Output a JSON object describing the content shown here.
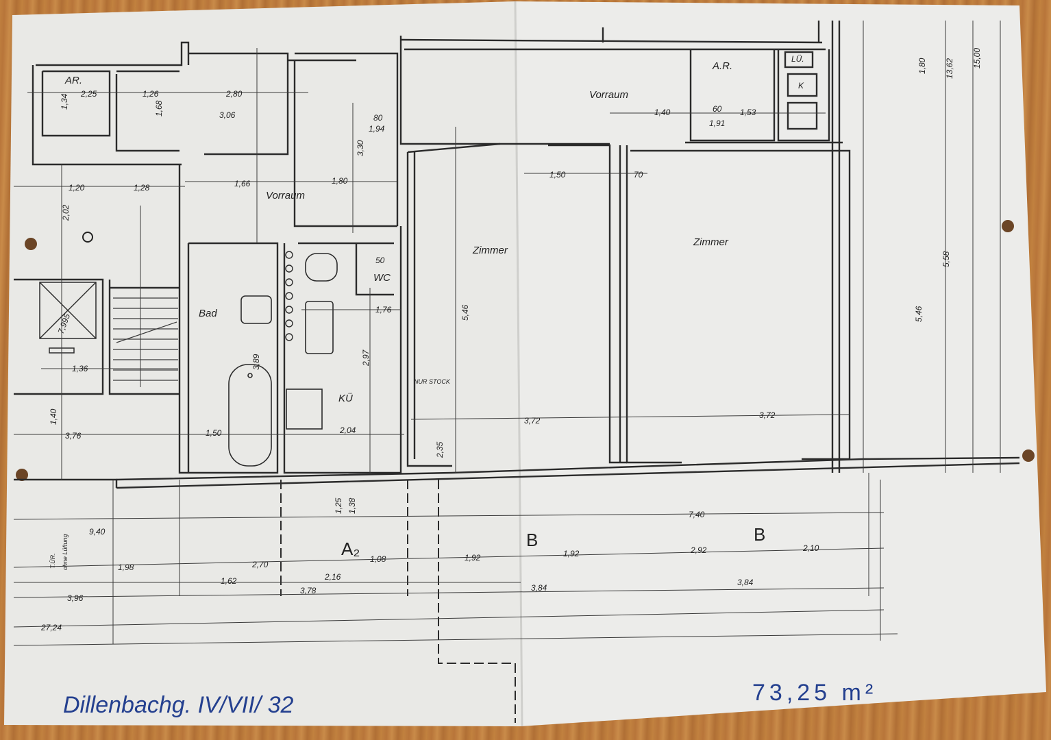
{
  "plan": {
    "rooms": {
      "ar_left": "AR.",
      "ar_right": "A.R.",
      "vorraum_left": "Vorraum",
      "vorraum_right": "Vorraum",
      "zimmer_1": "Zimmer",
      "zimmer_2": "Zimmer",
      "bad": "Bad",
      "wc": "WC",
      "kueche": "KÜ",
      "lue": "LÜ.",
      "k": "K",
      "nur_stock": "NUR STOCK",
      "ohne_lueftung": "ohne Lüftung",
      "tur": "T.ÜR."
    },
    "section_marks": {
      "a2": "A₂",
      "b1": "B",
      "b2": "B"
    },
    "dims_horizontal": {
      "d_225": "2,25",
      "d_126": "1,26",
      "d_280a": "2,80",
      "d_306": "3,06",
      "d_194a": "1,94",
      "d_120": "1,20",
      "d_128": "1,28",
      "d_166": "1,66",
      "d_180a": "1,80",
      "d_150a": "1,50",
      "d_70": "70",
      "d_140": "1,40",
      "d_60": "60",
      "d_191": "1,91",
      "d_153": "1,53",
      "d_176": "1,76",
      "d_136": "1,36",
      "d_376": "3,76",
      "d_150b": "1,50",
      "d_204": "2,04",
      "d_372a": "3,72",
      "d_372b": "3,72",
      "d_740": "7,40",
      "d_940": "9,40",
      "d_198": "1,98",
      "d_270": "2,70",
      "d_108": "1,08",
      "d_192a": "1,92",
      "d_192b": "1,92",
      "d_292": "2,92",
      "d_210": "2,10",
      "d_162": "1,62",
      "d_216": "2,16",
      "d_378": "3,78",
      "d_384a": "3,84",
      "d_384b": "3,84",
      "d_396": "3,96",
      "d_2724": "27,24",
      "d_80": "80",
      "d_50": "50"
    },
    "dims_vertical": {
      "v_546a": "5,46",
      "v_546b": "5,46",
      "v_558": "5,58",
      "v_1362": "13,62",
      "v_1500": "15,00",
      "v_330": "3,30",
      "v_389": "3,89",
      "v_297": "2,97",
      "v_202": "2,02",
      "v_180": "1,80",
      "v_140": "1,40",
      "v_168": "1,68",
      "v_134": "1,34",
      "v_138": "1,38",
      "v_125": "1,25",
      "v_235": "2,35",
      "v_7995": "7,995"
    },
    "handwritten": {
      "address": "Dillenbachg. IV/VII/ 32",
      "area": "73,25 m²"
    }
  },
  "colors": {
    "paper": "#ebebe8",
    "line": "#2a2a2a",
    "ink_blue": "#24408f",
    "wood": "#b8753a"
  }
}
